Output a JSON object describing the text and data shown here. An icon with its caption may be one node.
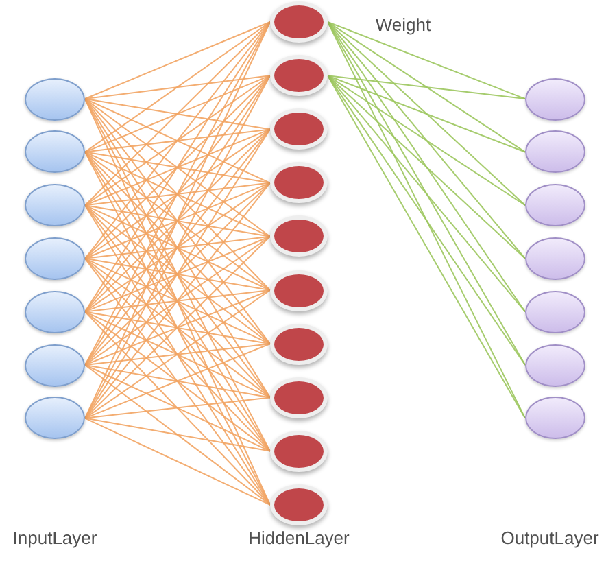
{
  "diagram": {
    "nodes": [
      {
        "text": [],
        "shape": "circle"
      },
      {
        "text": [],
        "shape": "circle"
      },
      {
        "text": [],
        "shape": "circle"
      },
      {
        "text": [],
        "shape": "circle"
      },
      {
        "text": [],
        "shape": "circle"
      },
      {
        "text": [],
        "shape": "circle"
      },
      {
        "text": [],
        "shape": "circle"
      },
      {
        "text": [],
        "shape": "circle"
      },
      {
        "text": [],
        "shape": "circle"
      },
      {
        "text": [],
        "shape": "circle"
      },
      {
        "text": [],
        "shape": "circle"
      },
      {
        "text": [],
        "shape": "circle"
      },
      {
        "text": [],
        "shape": "circle"
      },
      {
        "text": [],
        "shape": "circle"
      },
      {
        "text": [],
        "shape": "circle"
      },
      {
        "text": [],
        "shape": "circle"
      },
      {
        "text": [],
        "shape": "circle"
      },
      {
        "text": [],
        "shape": "circle"
      },
      {
        "text": [],
        "shape": "circle"
      },
      {
        "text": [],
        "shape": "circle"
      },
      {
        "text": [],
        "shape": "circle"
      },
      {
        "text": [],
        "shape": "circle"
      },
      {
        "text": [],
        "shape": "circle"
      },
      {
        "text": [],
        "shape": "circle"
      }
    ],
    "edges": [
      {
        "from": 0,
        "to": 7,
        "arrow": "none"
      },
      {
        "from": 0,
        "to": 8,
        "arrow": "none"
      },
      {
        "from": 0,
        "to": 9,
        "arrow": "none"
      },
      {
        "from": 0,
        "to": 10,
        "arrow": "none"
      },
      {
        "from": 0,
        "to": 11,
        "arrow": "none"
      },
      {
        "from": 0,
        "to": 12,
        "arrow": "none"
      },
      {
        "from": 0,
        "to": 13,
        "arrow": "none"
      },
      {
        "from": 0,
        "to": 14,
        "arrow": "none"
      },
      {
        "from": 0,
        "to": 15,
        "arrow": "none"
      },
      {
        "from": 0,
        "to": 16,
        "arrow": "none"
      },
      {
        "from": 1,
        "to": 7,
        "arrow": "none"
      },
      {
        "from": 1,
        "to": 8,
        "arrow": "none"
      },
      {
        "from": 1,
        "to": 9,
        "arrow": "none"
      },
      {
        "from": 1,
        "to": 10,
        "arrow": "none"
      },
      {
        "from": 1,
        "to": 11,
        "arrow": "none"
      },
      {
        "from": 1,
        "to": 12,
        "arrow": "none"
      },
      {
        "from": 1,
        "to": 13,
        "arrow": "none"
      },
      {
        "from": 1,
        "to": 14,
        "arrow": "none"
      },
      {
        "from": 1,
        "to": 15,
        "arrow": "none"
      },
      {
        "from": 1,
        "to": 16,
        "arrow": "none"
      },
      {
        "from": 2,
        "to": 7,
        "arrow": "none"
      },
      {
        "from": 2,
        "to": 8,
        "arrow": "none"
      },
      {
        "from": 2,
        "to": 9,
        "arrow": "none"
      },
      {
        "from": 2,
        "to": 10,
        "arrow": "none"
      },
      {
        "from": 2,
        "to": 11,
        "arrow": "none"
      },
      {
        "from": 2,
        "to": 12,
        "arrow": "none"
      },
      {
        "from": 2,
        "to": 13,
        "arrow": "none"
      },
      {
        "from": 2,
        "to": 14,
        "arrow": "none"
      },
      {
        "from": 2,
        "to": 15,
        "arrow": "none"
      },
      {
        "from": 2,
        "to": 16,
        "arrow": "none"
      },
      {
        "from": 3,
        "to": 7,
        "arrow": "none"
      },
      {
        "from": 3,
        "to": 8,
        "arrow": "none"
      },
      {
        "from": 3,
        "to": 9,
        "arrow": "none"
      },
      {
        "from": 3,
        "to": 10,
        "arrow": "none"
      },
      {
        "from": 3,
        "to": 11,
        "arrow": "none"
      },
      {
        "from": 3,
        "to": 12,
        "arrow": "none"
      },
      {
        "from": 3,
        "to": 13,
        "arrow": "none"
      },
      {
        "from": 3,
        "to": 14,
        "arrow": "none"
      },
      {
        "from": 3,
        "to": 15,
        "arrow": "none"
      },
      {
        "from": 3,
        "to": 16,
        "arrow": "none"
      },
      {
        "from": 4,
        "to": 7,
        "arrow": "none"
      },
      {
        "from": 4,
        "to": 8,
        "arrow": "none"
      },
      {
        "from": 4,
        "to": 9,
        "arrow": "none"
      },
      {
        "from": 4,
        "to": 10,
        "arrow": "none"
      },
      {
        "from": 4,
        "to": 11,
        "arrow": "none"
      },
      {
        "from": 4,
        "to": 12,
        "arrow": "none"
      },
      {
        "from": 4,
        "to": 13,
        "arrow": "none"
      },
      {
        "from": 4,
        "to": 14,
        "arrow": "none"
      },
      {
        "from": 4,
        "to": 15,
        "arrow": "none"
      },
      {
        "from": 4,
        "to": 16,
        "arrow": "none"
      },
      {
        "from": 5,
        "to": 7,
        "arrow": "none"
      },
      {
        "from": 5,
        "to": 8,
        "arrow": "none"
      },
      {
        "from": 5,
        "to": 9,
        "arrow": "none"
      },
      {
        "from": 5,
        "to": 10,
        "arrow": "none"
      },
      {
        "from": 5,
        "to": 11,
        "arrow": "none"
      },
      {
        "from": 5,
        "to": 12,
        "arrow": "none"
      },
      {
        "from": 5,
        "to": 13,
        "arrow": "none"
      },
      {
        "from": 5,
        "to": 14,
        "arrow": "none"
      },
      {
        "from": 5,
        "to": 15,
        "arrow": "none"
      },
      {
        "from": 5,
        "to": 16,
        "arrow": "none"
      },
      {
        "from": 6,
        "to": 7,
        "arrow": "none"
      },
      {
        "from": 6,
        "to": 8,
        "arrow": "none"
      },
      {
        "from": 6,
        "to": 9,
        "arrow": "none"
      },
      {
        "from": 6,
        "to": 10,
        "arrow": "none"
      },
      {
        "from": 6,
        "to": 11,
        "arrow": "none"
      },
      {
        "from": 6,
        "to": 12,
        "arrow": "none"
      },
      {
        "from": 6,
        "to": 13,
        "arrow": "none"
      },
      {
        "from": 6,
        "to": 14,
        "arrow": "none"
      },
      {
        "from": 6,
        "to": 15,
        "arrow": "none"
      },
      {
        "from": 6,
        "to": 16,
        "arrow": "none"
      },
      {
        "from": 7,
        "to": 17,
        "arrow": "none",
        "color": "#9cc75e"
      },
      {
        "from": 7,
        "to": 18,
        "arrow": "none",
        "color": "#9cc75e"
      },
      {
        "from": 7,
        "to": 19,
        "arrow": "none",
        "color": "#9cc75e"
      },
      {
        "from": 7,
        "to": 20,
        "arrow": "none",
        "color": "#9cc75e"
      },
      {
        "from": 7,
        "to": 21,
        "arrow": "none",
        "color": "#9cc75e"
      },
      {
        "from": 7,
        "to": 22,
        "arrow": "none",
        "color": "#9cc75e"
      },
      {
        "from": 7,
        "to": 23,
        "arrow": "none",
        "color": "#9cc75e"
      },
      {
        "from": 8,
        "to": 17,
        "arrow": "none",
        "color": "#9cc75e"
      },
      {
        "from": 8,
        "to": 18,
        "arrow": "none",
        "color": "#9cc75e"
      },
      {
        "from": 8,
        "to": 19,
        "arrow": "none",
        "color": "#9cc75e"
      },
      {
        "from": 8,
        "to": 20,
        "arrow": "none",
        "color": "#9cc75e"
      },
      {
        "from": 8,
        "to": 21,
        "arrow": "none",
        "color": "#9cc75e"
      },
      {
        "from": 8,
        "to": 22,
        "arrow": "none",
        "color": "#9cc75e"
      },
      {
        "from": 8,
        "to": 23,
        "arrow": "none",
        "color": "#9cc75e"
      }
    ],
    "labels": [
      "Weight",
      "InputLayer",
      "HiddenLayer",
      "OutputLayer"
    ]
  }
}
